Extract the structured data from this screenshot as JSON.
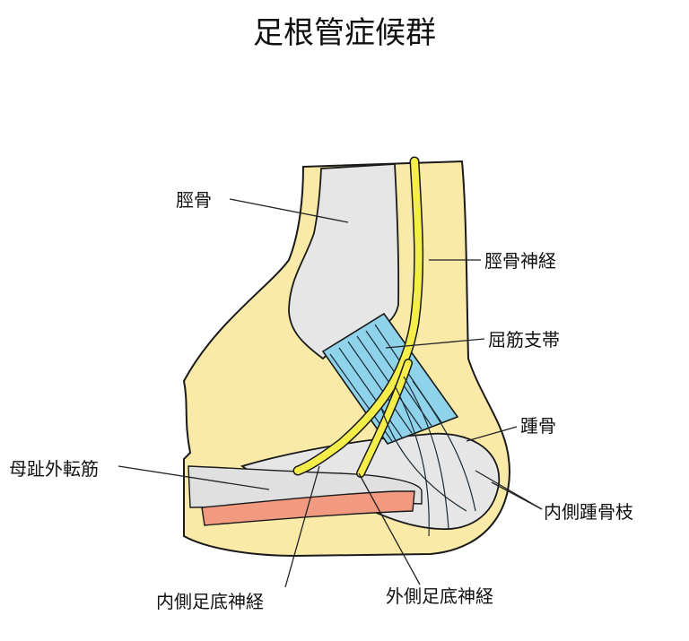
{
  "title": "足根管症候群",
  "labels": {
    "tibia": "脛骨",
    "tibial_nerve": "脛骨神経",
    "flexor_retinaculum": "屈筋支帯",
    "calcaneus": "踵骨",
    "abductor_hallucis": "母趾外転筋",
    "medial_calcaneal_branch": "内側踵骨枝",
    "medial_plantar_nerve": "内側足底神経",
    "lateral_plantar_nerve": "外側足底神経"
  },
  "colors": {
    "skin": "#faeaa8",
    "bone": "#e6e6e6",
    "retinaculum": "#8fd3ea",
    "nerve": "#f5ee4a",
    "muscle": "#f29a80",
    "outline": "#1a1a1a"
  }
}
